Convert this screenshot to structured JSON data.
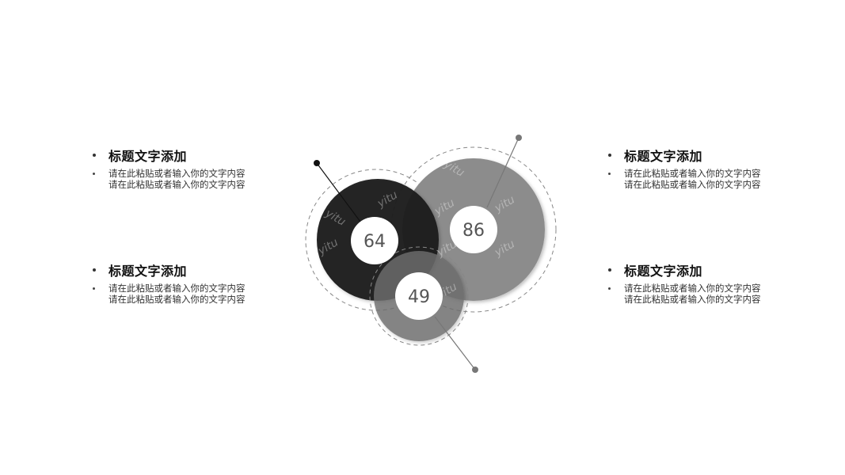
{
  "blocks": [
    {
      "title": "标题文字添加",
      "body": "请在此粘贴或者输入你的文字内容请在此粘贴或者输入你的文字内容"
    },
    {
      "title": "标题文字添加",
      "body": "请在此粘贴或者输入你的文字内容请在此粘贴或者输入你的文字内容"
    },
    {
      "title": "标题文字添加",
      "body": "请在此粘贴或者输入你的文字内容请在此粘贴或者输入你的文字内容"
    },
    {
      "title": "标题文字添加",
      "body": "请在此粘贴或者输入你的文字内容请在此粘贴或者输入你的文字内容"
    }
  ],
  "circles": [
    {
      "value": "64",
      "color": "#1a1a1a"
    },
    {
      "value": "86",
      "color": "#8c8c8c"
    },
    {
      "value": "49",
      "color": "#7a7a7a"
    }
  ],
  "watermark": "yitu"
}
